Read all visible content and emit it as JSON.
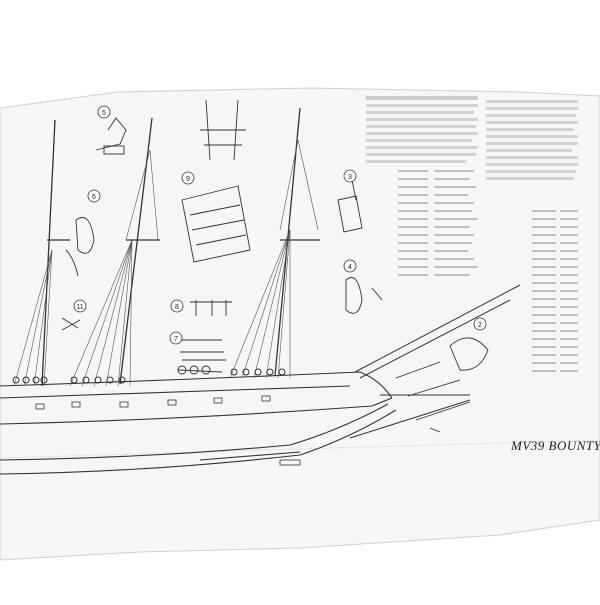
{
  "plan": {
    "title": "MV39 BOUNTY",
    "detail_numbers": [
      "5",
      "6",
      "9",
      "3",
      "4",
      "11",
      "8",
      "7",
      "2"
    ],
    "colors": {
      "background": "#ffffff",
      "paper": "#f5f5f7",
      "paper_shadow": "#dcdce2",
      "ink": "#333333",
      "text_block": "#9a9a9a"
    }
  }
}
